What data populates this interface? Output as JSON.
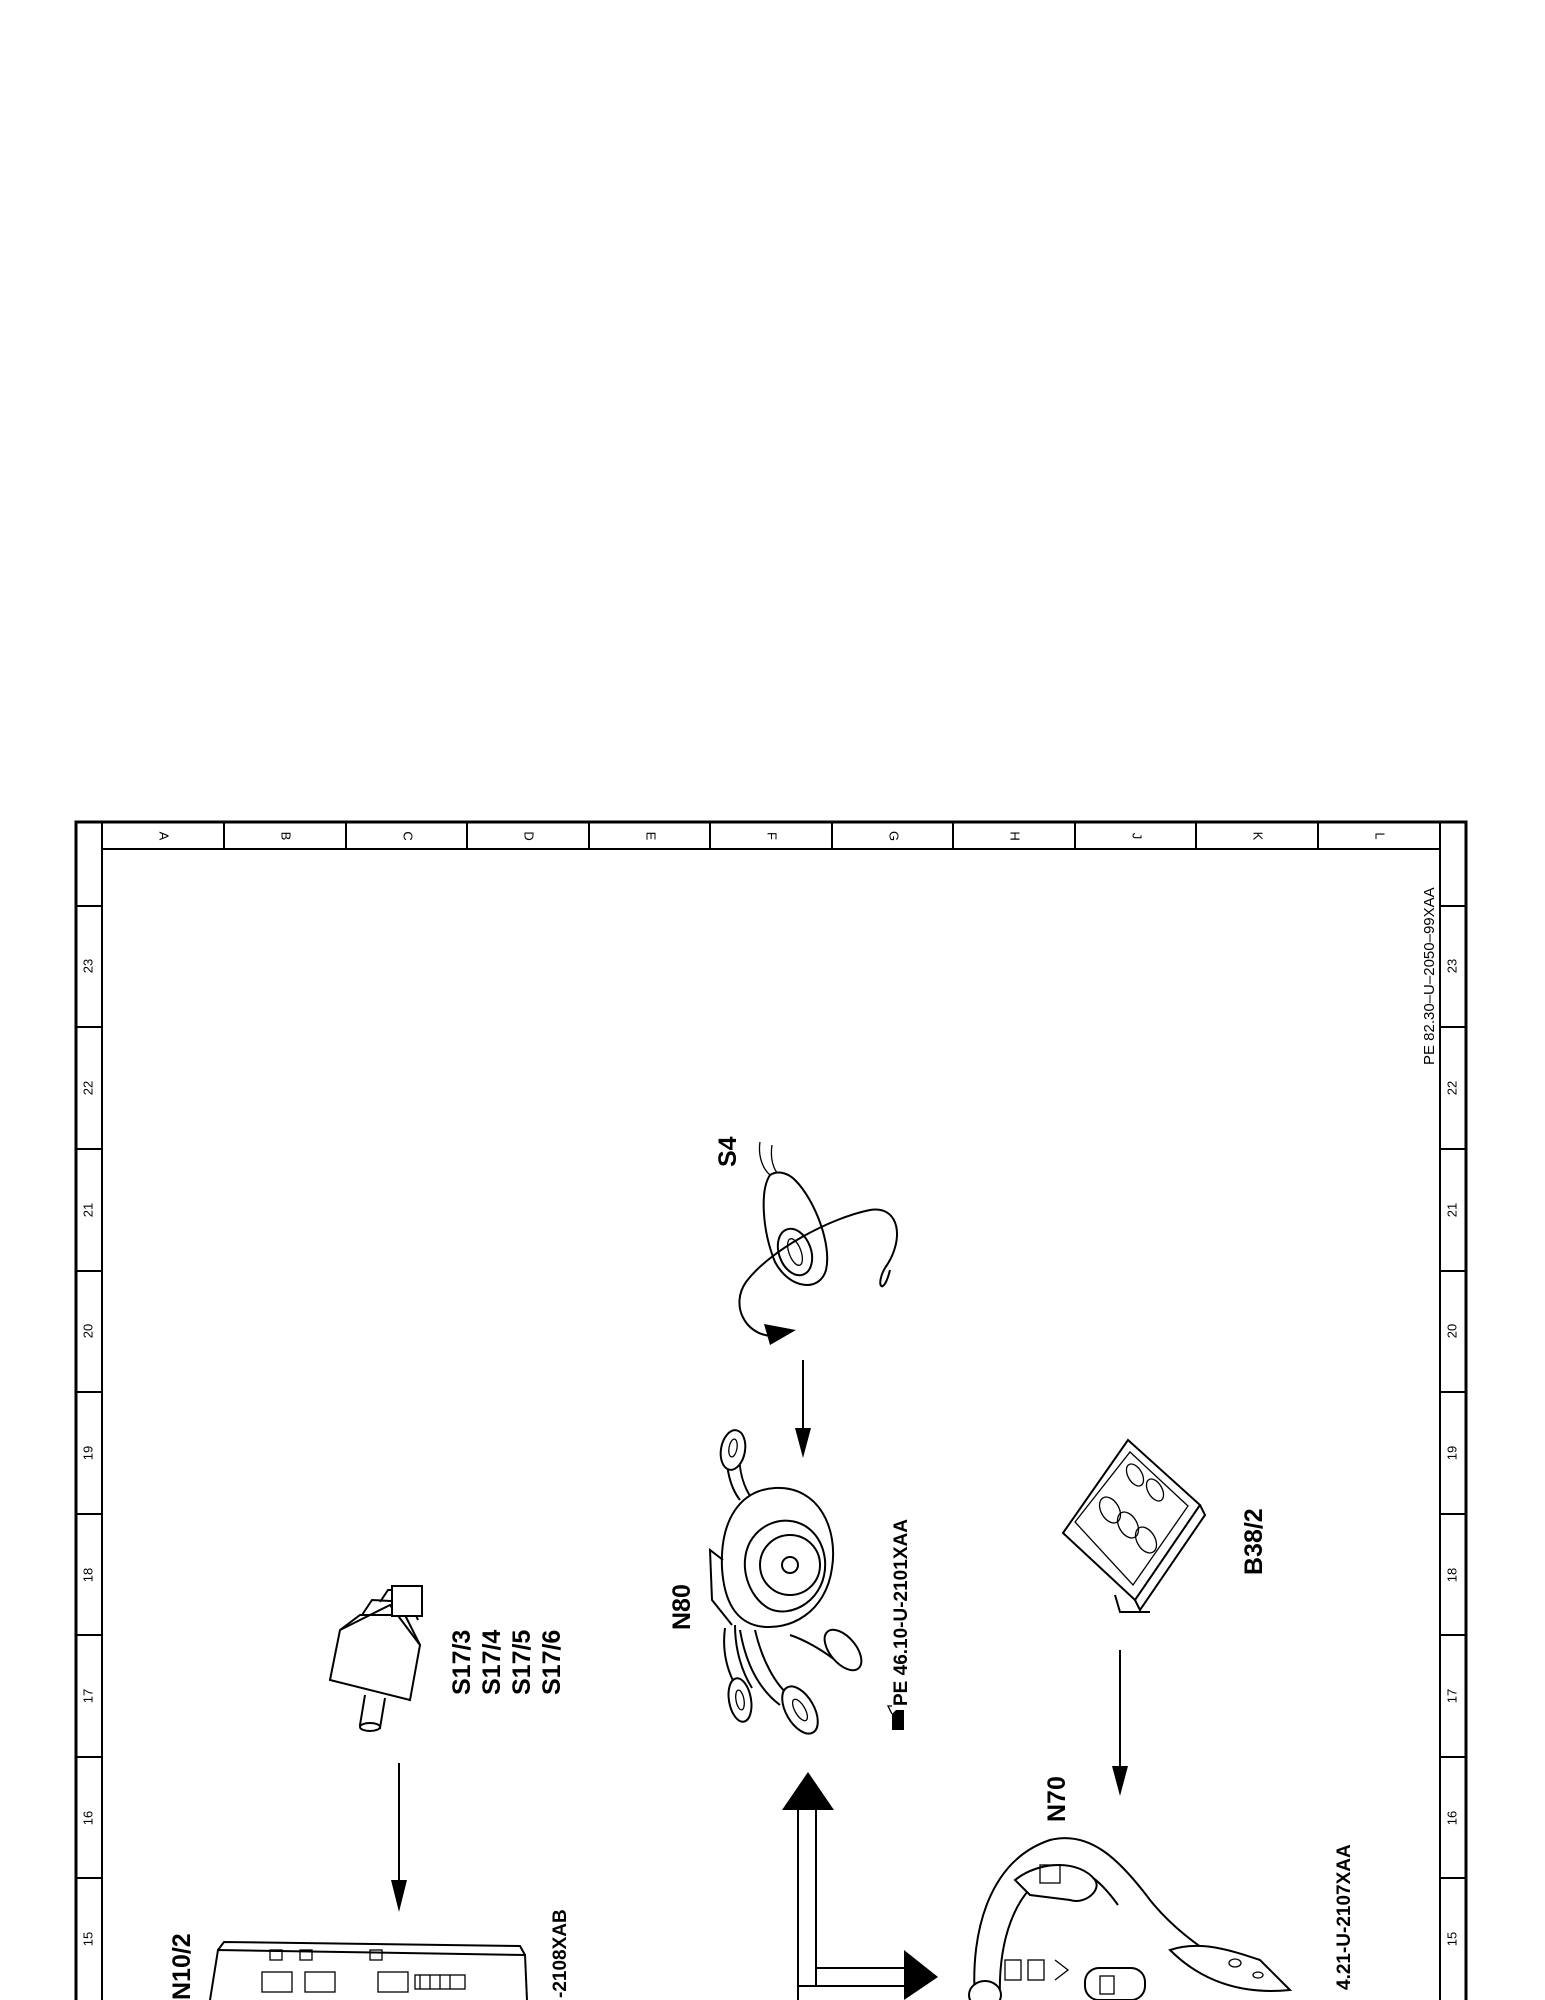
{
  "sheet": {
    "doc_id": "PE 82.30–U–2050–99XAA",
    "grid_letters": [
      "A",
      "B",
      "C",
      "D",
      "E",
      "F",
      "G",
      "H",
      "J",
      "K",
      "L"
    ],
    "grid_numbers": [
      "15",
      "16",
      "17",
      "18",
      "19",
      "20",
      "21",
      "22",
      "23"
    ]
  },
  "components": {
    "s4": {
      "label": "S4"
    },
    "n80": {
      "label": "N80",
      "reference": "PE  46.10-U-2101XAA",
      "reference_icon": "pointing-hand-icon"
    },
    "s17": {
      "labels": [
        "S17/3",
        "S17/4",
        "S17/5",
        "S17/6"
      ]
    },
    "b38": {
      "label": "B38/2"
    },
    "n70": {
      "label": "N70",
      "reference": "4.21-U-2107XAA"
    },
    "n10": {
      "label": "N10/2",
      "reference": "-2108XAB"
    }
  }
}
